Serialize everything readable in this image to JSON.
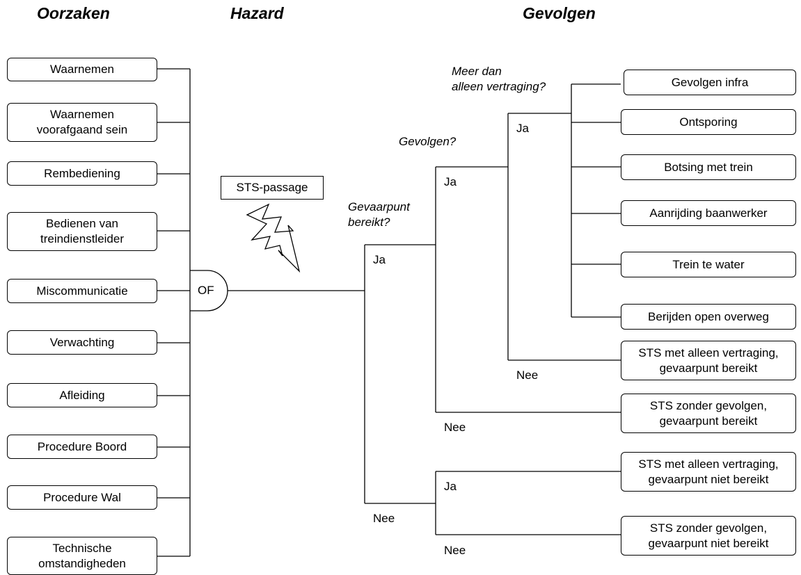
{
  "headers": {
    "causes": "Oorzaken",
    "hazard": "Hazard",
    "consequences": "Gevolgen"
  },
  "causes": [
    "Waarnemen",
    "Waarnemen\nvoorafgaand sein",
    "Rembediening",
    "Bedienen van\ntreindienstleider",
    "Miscommunicatie",
    "Verwachting",
    "Afleiding",
    "Procedure Boord",
    "Procedure Wal",
    "Technische\nomstandigheden"
  ],
  "gate_label": "OF",
  "hazard_box": "STS-passage",
  "questions": {
    "q1": "Gevaarpunt\nbereikt?",
    "q2": "Gevolgen?",
    "q3": "Meer dan\nalleen vertraging?"
  },
  "branch_labels": {
    "ja": "Ja",
    "nee": "Nee"
  },
  "outcomes": [
    "Gevolgen infra",
    "Ontsporing",
    "Botsing met trein",
    "Aanrijding baanwerker",
    "Trein te water",
    "Berijden open overweg",
    "STS met alleen vertraging,\ngevaarpunt bereikt",
    "STS zonder gevolgen,\ngevaarpunt bereikt",
    "STS met alleen vertraging,\ngevaarpunt niet bereikt",
    "STS zonder gevolgen,\ngevaarpunt niet bereikt"
  ]
}
